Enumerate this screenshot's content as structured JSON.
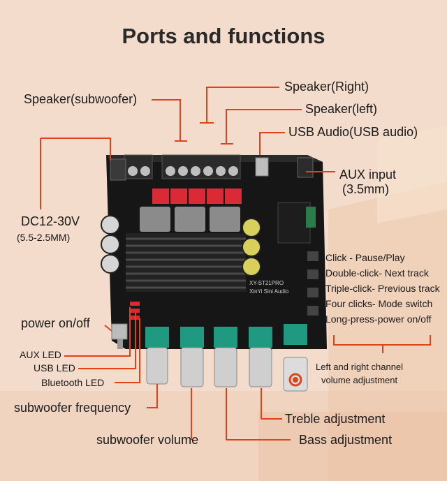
{
  "title": "Ports and functions",
  "labels": {
    "speaker_subwoofer": "Speaker(subwoofer)",
    "speaker_right": "Speaker(Right)",
    "speaker_left": "Speaker(left)",
    "usb_audio": "USB Audio(USB audio)",
    "aux_input": "AUX input",
    "aux_input_size": "(3.5mm)",
    "dc_power": "DC12-30V",
    "dc_size": "(5.5-2.5MM)",
    "power_switch": "power on/off",
    "aux_led": "AUX LED",
    "usb_led": "USB LED",
    "bluetooth_led": "Bluetooth LED",
    "sub_frequency": "subwoofer frequency",
    "sub_volume": "subwoofer volume",
    "treble": "Treble adjustment",
    "bass": "Bass adjustment",
    "lr_volume_1": "Left and right channel",
    "lr_volume_2": "volume adjustment"
  },
  "button_functions": [
    "Click - Pause/Play",
    "Double-click- Next track",
    "Triple-click- Previous track",
    "Four clicks- Mode switch",
    "Long-press-power on/off"
  ],
  "board_text": {
    "model": "XY-ST21PRO",
    "brand": "XinYi Sini Audio"
  },
  "colors": {
    "leader": "#e0431c",
    "pcb": "#151515",
    "knob_cap": "#1f9a80",
    "relay": "#d92a35"
  }
}
